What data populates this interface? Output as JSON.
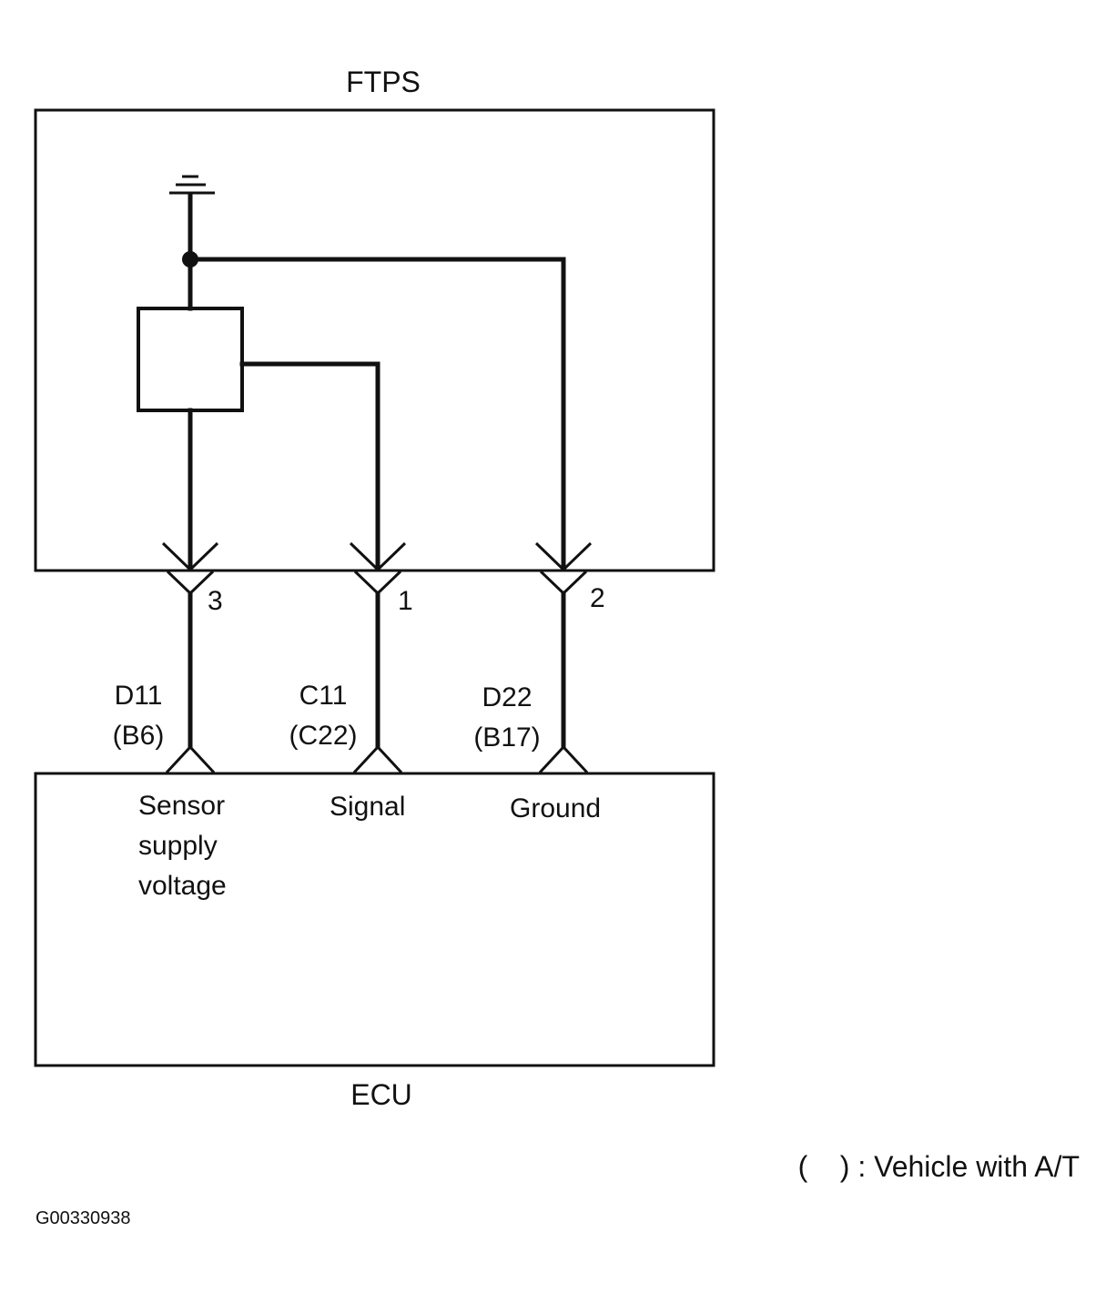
{
  "title": "FTPS",
  "ecu_label": "ECU",
  "pins": [
    {
      "number": "3",
      "ecu_terminal": "D11",
      "at_terminal": "(B6)",
      "function": [
        "Sensor",
        "supply",
        "voltage"
      ]
    },
    {
      "number": "1",
      "ecu_terminal": "C11",
      "at_terminal": "(C22)",
      "function": [
        "Signal"
      ]
    },
    {
      "number": "2",
      "ecu_terminal": "D22",
      "at_terminal": "(B17)",
      "function": [
        "Ground"
      ]
    }
  ],
  "legend": "(    ) : Vehicle with A/T",
  "figure_id": "G00330938",
  "colors": {
    "line": "#111111",
    "background": "#ffffff"
  }
}
